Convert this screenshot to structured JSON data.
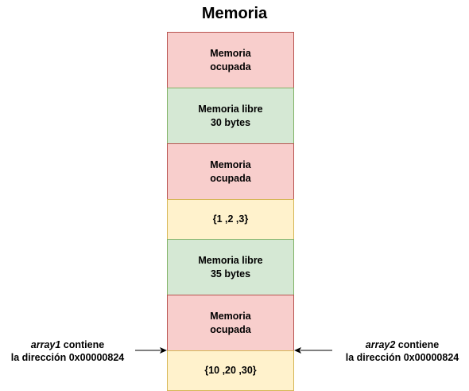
{
  "title": "Memoria",
  "blocks": [
    {
      "label": "Memoria\nocupada",
      "kind": "occupied"
    },
    {
      "label": "Memoria libre\n30 bytes",
      "kind": "free"
    },
    {
      "label": "Memoria\nocupada",
      "kind": "occupied"
    },
    {
      "label": "{1 ,2 ,3}",
      "kind": "data"
    },
    {
      "label": "Memoria libre\n35 bytes",
      "kind": "free"
    },
    {
      "label": "Memoria\nocupada",
      "kind": "occupied"
    },
    {
      "label": "{10 ,20 ,30}",
      "kind": "data"
    }
  ],
  "annotations": {
    "left": {
      "var": "array1",
      "text1": " contiene",
      "text2": "la dirección 0x00000824"
    },
    "right": {
      "var": "array2",
      "text1": " contiene",
      "text2": "la dirección 0x00000824"
    }
  },
  "colors": {
    "occupied_fill": "#f8cecc",
    "occupied_stroke": "#b85450",
    "free_fill": "#d5e8d4",
    "free_stroke": "#82b366",
    "data_fill": "#fff2cc",
    "data_stroke": "#d6b656"
  }
}
